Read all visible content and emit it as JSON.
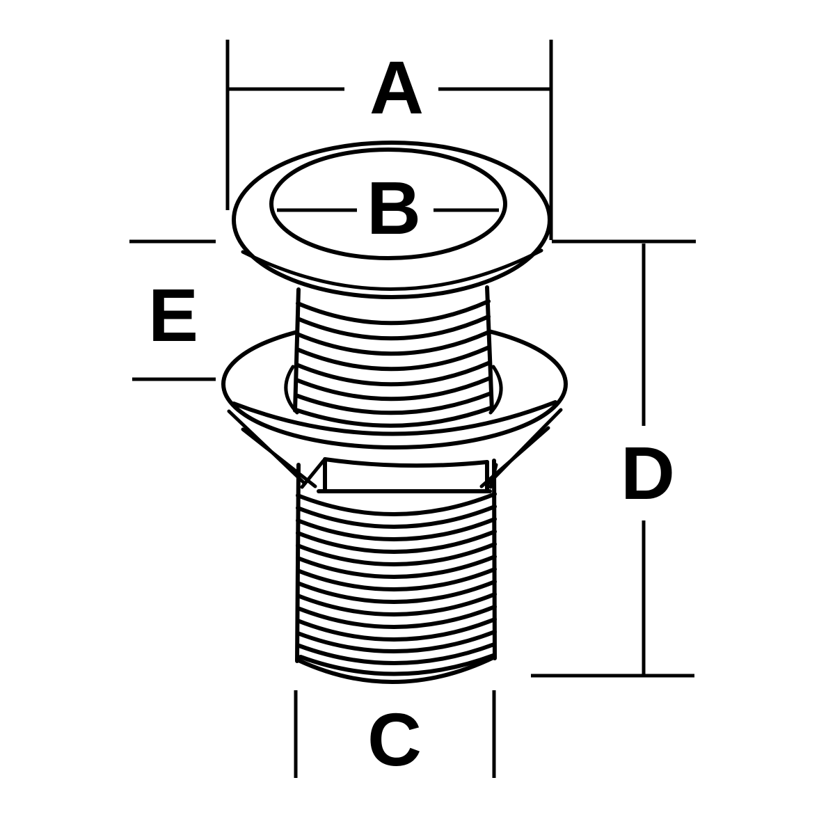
{
  "diagram": {
    "background_color": "#ffffff",
    "line_color": "#000000",
    "labels": {
      "a": "A",
      "b": "B",
      "c": "C",
      "d": "D",
      "e": "E"
    }
  }
}
